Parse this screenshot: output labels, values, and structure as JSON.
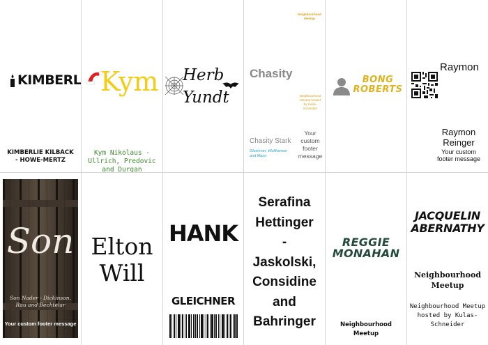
{
  "cards": [
    {
      "name": "KIMBERLIE",
      "full": "KIMBERLIE KILBACK - HOWE-MERTZ"
    },
    {
      "name": "Kym",
      "full": "Kym Nikolaus - Ullrich, Predovic and Durgan"
    },
    {
      "first": "Herb",
      "last": "Yundt"
    },
    {
      "header1": "Neighbourhood",
      "header2": "Meetup",
      "name": "Chasity",
      "side1": "Neighbourhood",
      "side2": "Meetup hosted",
      "side3": "by Kulas-",
      "side4": "Schneider",
      "full": "Chasity Stark",
      "company1": "Gleichner, Wolfhenser",
      "company2": "and Mann",
      "footer1": "Your",
      "footer2": "custom",
      "footer3": "footer",
      "footer4": "message"
    },
    {
      "first": "BONG",
      "last": "ROBERTS"
    },
    {
      "first": "Raymon",
      "full1": "Raymon",
      "full2": "Reinger",
      "footer1": "Your custom",
      "footer2": "footer message"
    },
    {
      "name": "Son",
      "company1": "Son Nader - Dickinson,",
      "company2": "Rau and Bechtelar",
      "footer": "Your custom footer message"
    },
    {
      "first": "Elton",
      "last": "Will"
    },
    {
      "first": "HANK",
      "last": "GLEICHNER"
    },
    {
      "l1": "Serafina",
      "l2": "Hettinger",
      "l3": "-",
      "l4": "Jaskolski,",
      "l5": "Considine",
      "l6": "and",
      "l7": "Bahringer"
    },
    {
      "first": "REGGIE",
      "last": "MONAHAN",
      "footer1": "Neighbourhood",
      "footer2": "Meetup"
    },
    {
      "first": "JACQUELIN",
      "last": "ABERNATHY",
      "title1": "Neighbourhood",
      "title2": "Meetup",
      "desc1": "Neighbourhood Meetup",
      "desc2": "hosted by Kulas-",
      "desc3": "Schneider"
    }
  ],
  "colors": {
    "kym": "#f2cc15",
    "kymSub": "#3d8a2e",
    "chasityHeader": "#d9a21b",
    "chasityCompany": "#2aa5c9",
    "bong": "#e0b21f",
    "reggie": "#244a3e"
  },
  "icons": [
    "santa-hat-icon",
    "spiderweb-icon",
    "bat-icon",
    "person-icon",
    "qr-code-icon",
    "barcode-icon",
    "candle-icon"
  ]
}
